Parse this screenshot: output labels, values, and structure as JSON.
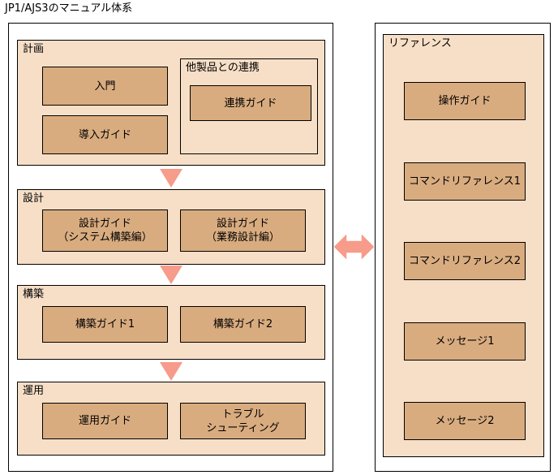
{
  "title": "JP1/AJS3のマニュアル体系",
  "colors": {
    "panel_fill": "#F7DFC7",
    "box_fill": "#D9AC80",
    "arrow_fill": "#F79B8A",
    "line": "#000000",
    "background": "#FFFFFF"
  },
  "left_column": {
    "stages": [
      {
        "label": "計画",
        "boxes": [
          {
            "label": "入門"
          },
          {
            "label": "導入ガイド"
          }
        ],
        "subpanel": {
          "label": "他製品との連携",
          "boxes": [
            {
              "label": "連携ガイド"
            }
          ]
        }
      },
      {
        "label": "設計",
        "boxes": [
          {
            "label": "設計ガイド\n（システム構築編）"
          },
          {
            "label": "設計ガイド\n（業務設計編）"
          }
        ]
      },
      {
        "label": "構築",
        "boxes": [
          {
            "label": "構築ガイド1"
          },
          {
            "label": "構築ガイド2"
          }
        ]
      },
      {
        "label": "運用",
        "boxes": [
          {
            "label": "運用ガイド"
          },
          {
            "label": "トラブル\nシューティング"
          }
        ]
      }
    ]
  },
  "right_column": {
    "stage": {
      "label": "リファレンス",
      "boxes": [
        {
          "label": "操作ガイド"
        },
        {
          "label": "コマンドリファレンス1"
        },
        {
          "label": "コマンドリファレンス2"
        },
        {
          "label": "メッセージ1"
        },
        {
          "label": "メッセージ2"
        }
      ]
    }
  },
  "connectors": {
    "down_arrows": [
      {
        "name": "arrow-plan-to-design"
      },
      {
        "name": "arrow-design-to-build"
      },
      {
        "name": "arrow-build-to-operate"
      }
    ],
    "bidirectional_arrow": {
      "name": "arrow-left-right"
    }
  }
}
